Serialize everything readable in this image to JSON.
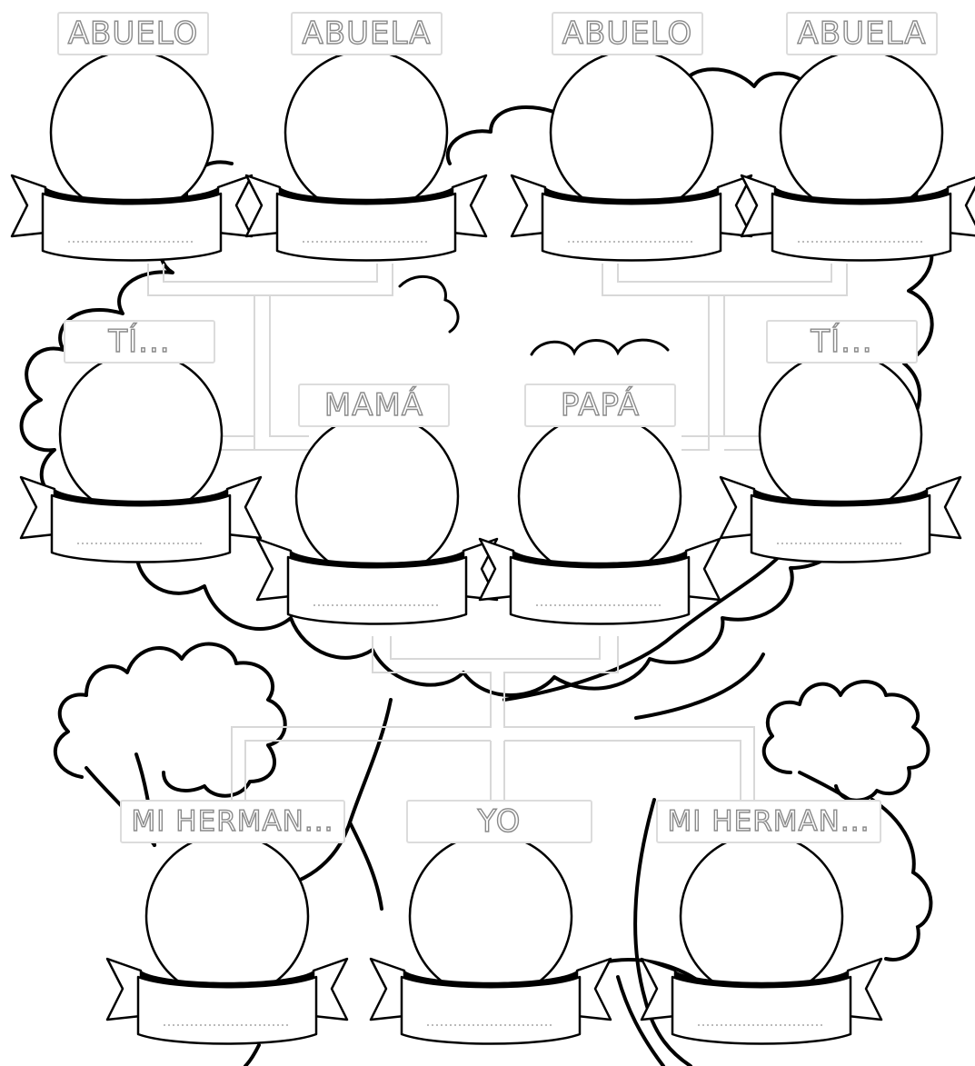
{
  "worksheet": {
    "grandparents": [
      {
        "label": "ABUELO"
      },
      {
        "label": "ABUELA"
      },
      {
        "label": "ABUELO"
      },
      {
        "label": "ABUELA"
      }
    ],
    "aunt_uncle_left": {
      "label": "TÍ..."
    },
    "aunt_uncle_right": {
      "label": "TÍ..."
    },
    "mother": {
      "label": "MAMÁ"
    },
    "father": {
      "label": "PAPÁ"
    },
    "sibling_left": {
      "label": "MI HERMAN..."
    },
    "self": {
      "label": "YO"
    },
    "sibling_right": {
      "label": "MI HERMAN..."
    }
  },
  "colors": {
    "outline": "#000000",
    "connector": "#d8d8d8",
    "label_text": "#8a8a8a"
  }
}
